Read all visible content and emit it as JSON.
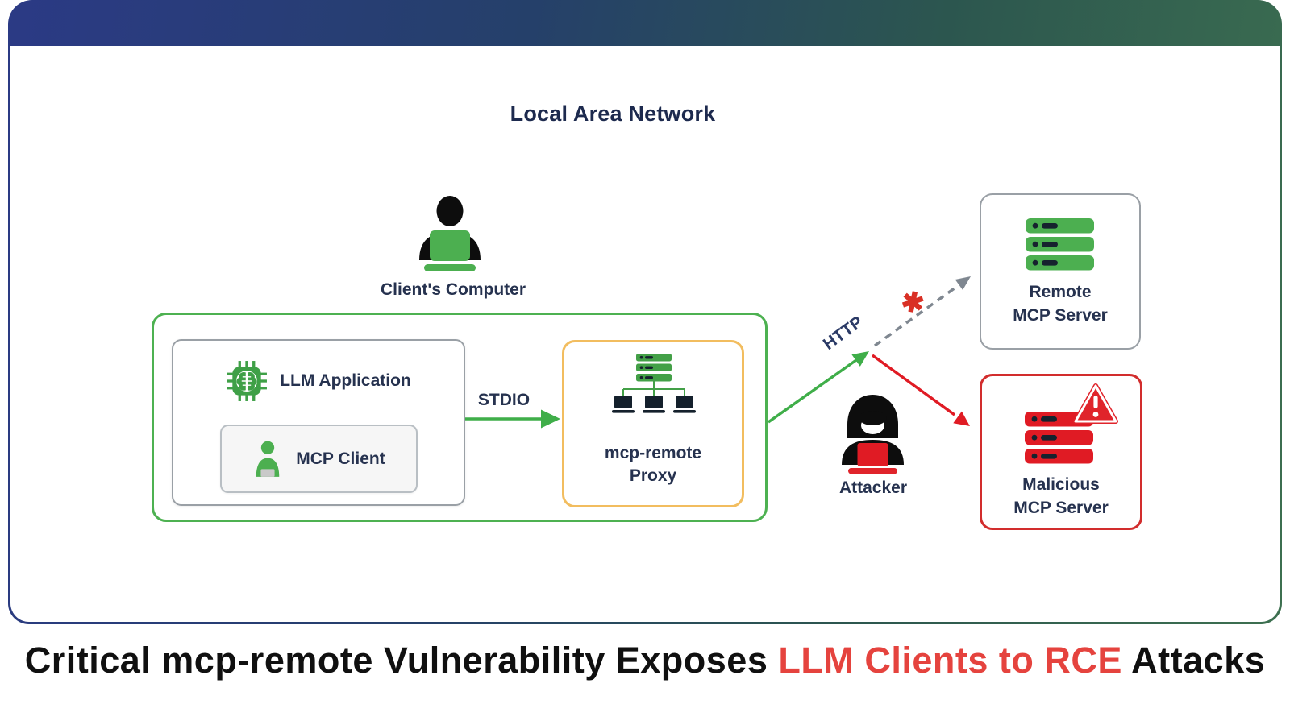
{
  "diagram": {
    "title": "Local Area Network",
    "client_computer_label": "Client's Computer",
    "llm_application_label": "LLM Application",
    "mcp_client_label": "MCP Client",
    "stdio_label": "STDIO",
    "proxy_label_line1": "mcp-remote",
    "proxy_label_line2": "Proxy",
    "http_label": "HTTP",
    "attacker_label": "Attacker",
    "remote_server_label_line1": "Remote",
    "remote_server_label_line2": "MCP Server",
    "malicious_server_label_line1": "Malicious",
    "malicious_server_label_line2": "MCP Server",
    "blocked_marker": "✱"
  },
  "headline": {
    "part1": "Critical mcp-remote Vulnerability Exposes ",
    "highlight": "LLM Clients to RCE",
    "part2": " Attacks"
  },
  "colors": {
    "accent_green": "#43a047",
    "accent_red": "#e01b24",
    "proxy_border_yellow": "#f2bd5f",
    "navy_text": "#26324f",
    "banner_blue": "#2b3a85",
    "banner_green": "#3d7050",
    "arrow_gray": "#7f8790",
    "blocked_marker_red": "#d93025",
    "headline_highlight_red": "#e5433e"
  }
}
